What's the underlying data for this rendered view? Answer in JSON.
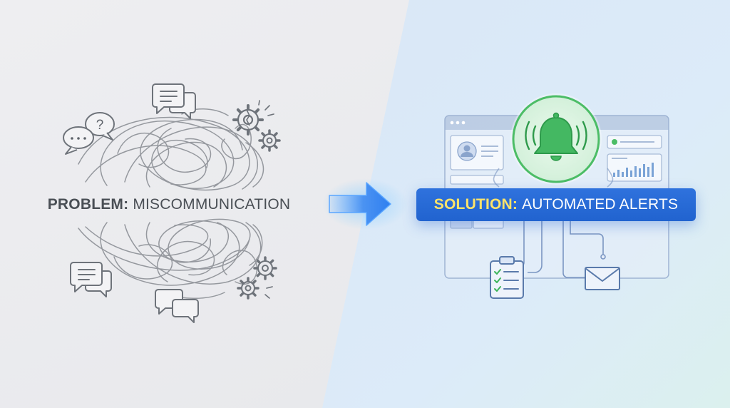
{
  "problem": {
    "label_strong": "PROBLEM:",
    "label_rest": "MISCOMMUNICATION"
  },
  "solution": {
    "label_strong": "SOLUTION:",
    "label_rest": "AUTOMATED ALERTS"
  },
  "icons": {
    "problem": [
      "speech-bubble-icon",
      "question-bubble-icon",
      "ellipsis-bubble-icon",
      "broken-gear-icon",
      "gear-icon",
      "tangled-lines-icon"
    ],
    "solution": [
      "browser-window-icon",
      "bell-icon",
      "user-profile-icon",
      "bar-chart-icon",
      "checklist-clipboard-icon",
      "envelope-icon",
      "arrow-icon"
    ]
  },
  "colors": {
    "problem_bg": "#ebebee",
    "solution_bg": "#dcebf8",
    "arrow": "#3f8ef0",
    "bell": "#3cb55a",
    "label_blue": "#2468d6",
    "label_accent": "#ffe36a",
    "line_gray": "#8c9096"
  }
}
